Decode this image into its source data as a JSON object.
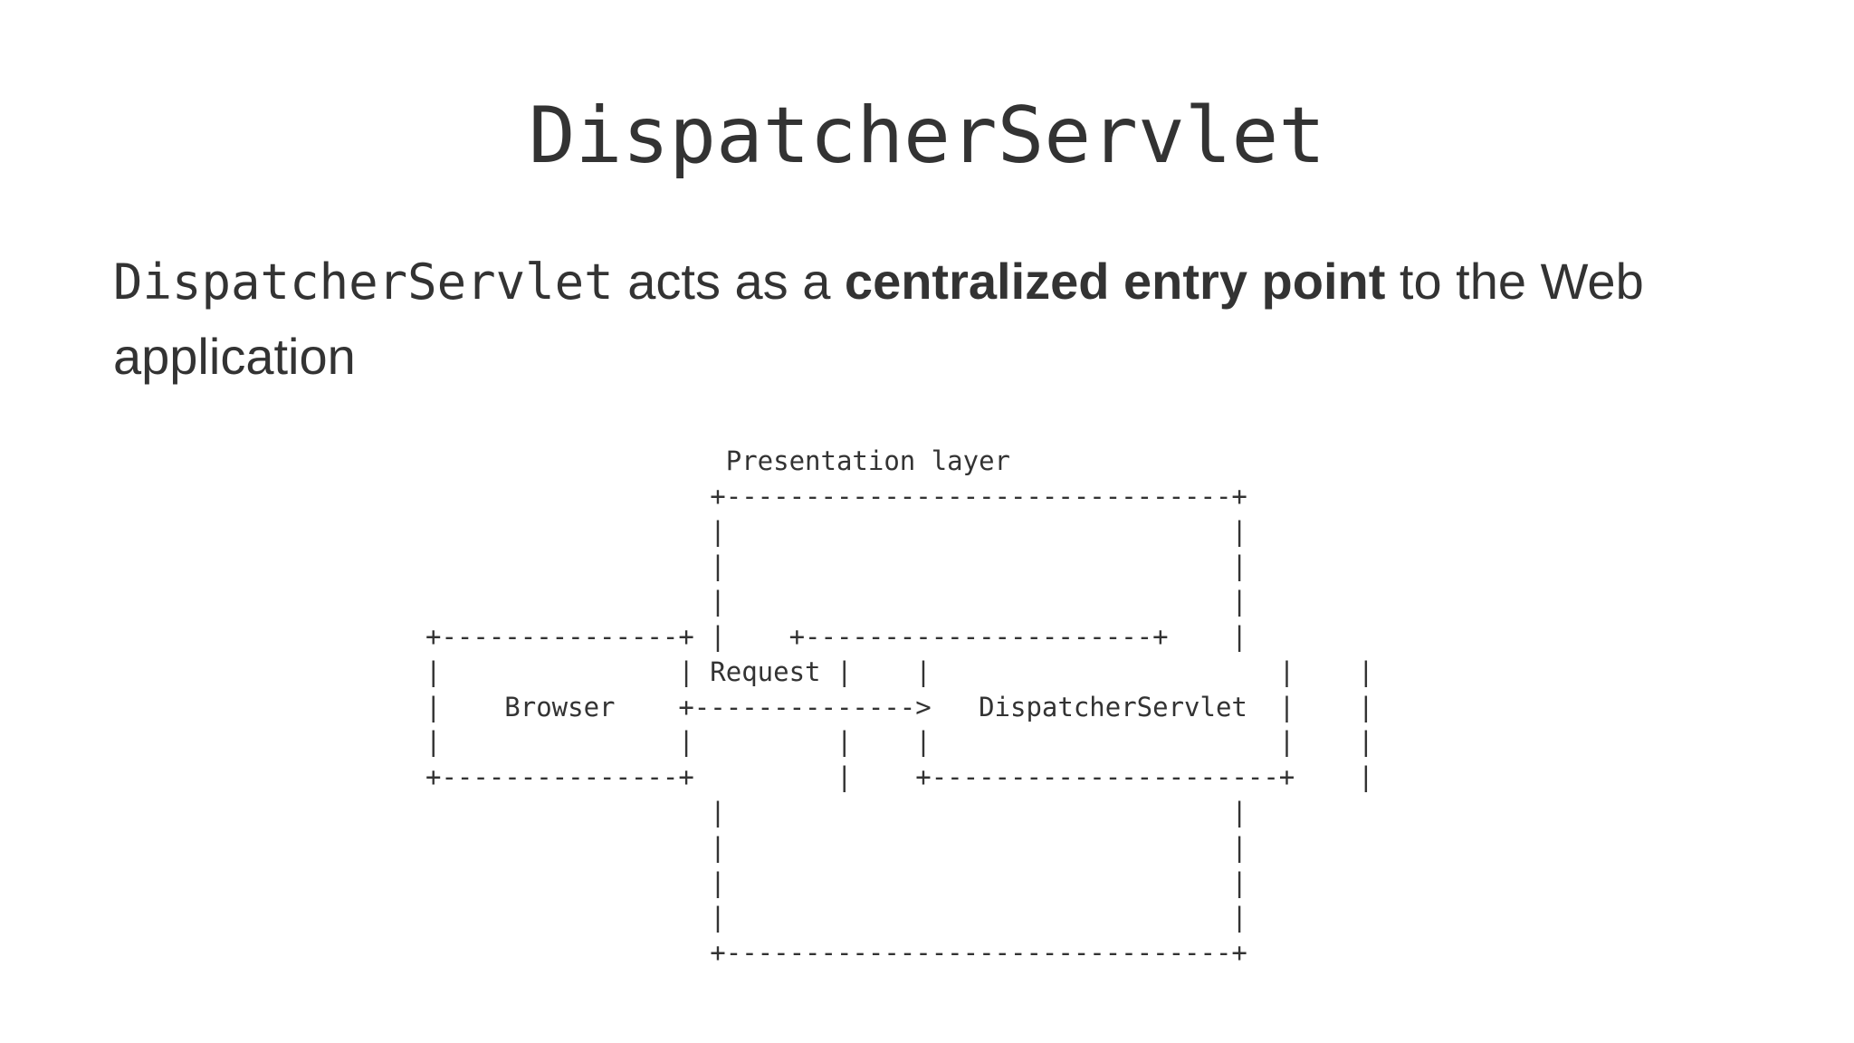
{
  "slide": {
    "title": "DispatcherServlet",
    "paragraph": {
      "code_term": "DispatcherServlet",
      "text_before_bold": " acts as a ",
      "bold_text": "centralized entry point",
      "text_after_bold": " to the Web application"
    }
  },
  "diagram": {
    "ascii": "                   Presentation layer\n                  +--------------------------------+\n                  |                                |\n                  |                                |\n                  |                                |\n+---------------+ |    +----------------------+    |\n|               | Request |    |                      |    |\n|    Browser    +-------------->   DispatcherServlet  |    |\n|               |         |    |                      |    |\n+---------------+         |    +----------------------+    |\n                  |                                |\n                  |                                |\n                  |                                |\n                  |                                |\n                  +--------------------------------+",
    "labels": {
      "layer": "Presentation layer",
      "client": "Browser",
      "arrow": "Request",
      "target": "DispatcherServlet"
    }
  }
}
